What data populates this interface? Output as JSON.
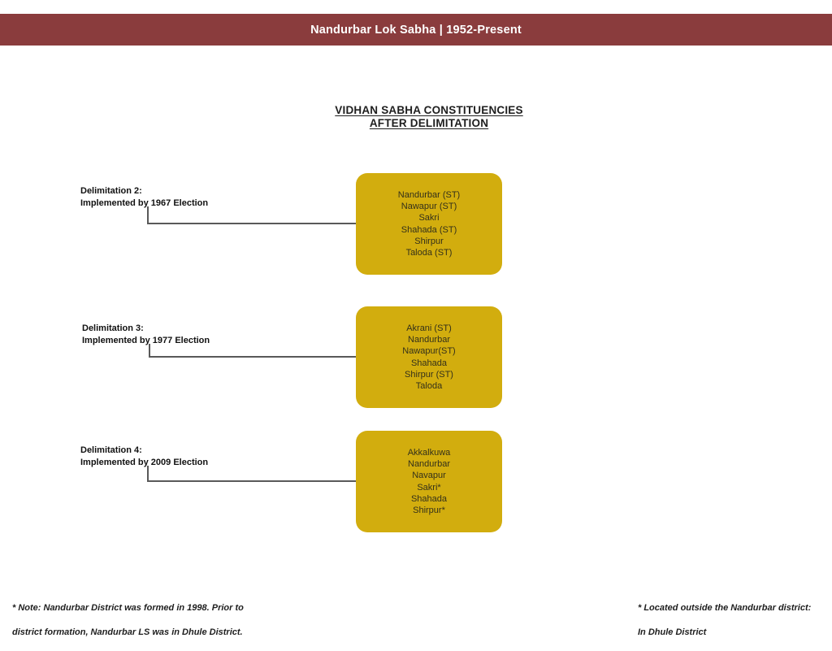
{
  "header": {
    "title": "Nandurbar Lok Sabha | 1952-Present"
  },
  "main_title": {
    "line1": "VIDHAN SABHA CONSTITUENCIES",
    "line2": "AFTER DELIMITATION"
  },
  "delimitations": [
    {
      "label_line1": "Delimitation 2:",
      "label_line2": "Implemented by 1967 Election",
      "constituencies": [
        "Nandurbar (ST)",
        "Nawapur (ST)",
        "Sakri",
        "Shahada (ST)",
        "Shirpur",
        "Taloda (ST)"
      ]
    },
    {
      "label_line1": "Delimitation 3:",
      "label_line2": "Implemented by 1977 Election",
      "constituencies": [
        "Akrani (ST)",
        "Nandurbar",
        "Nawapur(ST)",
        "Shahada",
        "Shirpur (ST)",
        "Taloda"
      ]
    },
    {
      "label_line1": "Delimitation 4:",
      "label_line2": "Implemented by 2009 Election",
      "constituencies": [
        "Akkalkuwa",
        "Nandurbar",
        "Navapur",
        "Sakri*",
        "Shahada",
        "Shirpur*"
      ]
    }
  ],
  "footnotes": {
    "left_line1": "* Note: Nandurbar District was formed in 1998. Prior to",
    "left_line2": "district formation, Nandurbar LS was in Dhule District.",
    "right_line1": "* Located outside the Nandurbar district:",
    "right_line2": " In Dhule District"
  },
  "colors": {
    "header_bg": "#8A3C3D",
    "header_text": "#FFFFFF",
    "box_bg": "#D2AD0E",
    "box_text": "#33301A",
    "connector": "#595959",
    "title_text": "#1E1E1E"
  }
}
